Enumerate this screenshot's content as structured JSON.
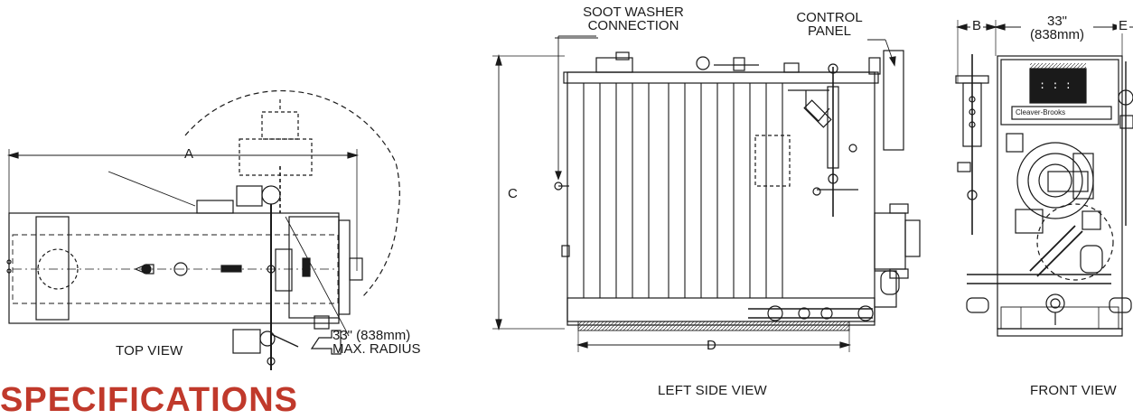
{
  "labels": {
    "dim_a": "A",
    "dim_b": "B",
    "dim_c": "C",
    "dim_d": "D",
    "dim_e": "E",
    "width_in": "33\"",
    "width_mm": "(838mm)",
    "radius_line1": "33\" (838mm)",
    "radius_line2": "MAX. RADIUS",
    "soot_line1": "SOOT WASHER",
    "soot_line2": "CONNECTION",
    "control_line1": "CONTROL",
    "control_line2": "PANEL",
    "brand": "Cleaver-Brooks",
    "display": ": : :"
  },
  "views": {
    "top": "TOP VIEW",
    "left_side": "LEFT SIDE VIEW",
    "front": "FRONT VIEW"
  },
  "section_heading": "SPECIFICATIONS",
  "colors": {
    "line": "#1a1a1a",
    "heading": "#c0392b"
  }
}
